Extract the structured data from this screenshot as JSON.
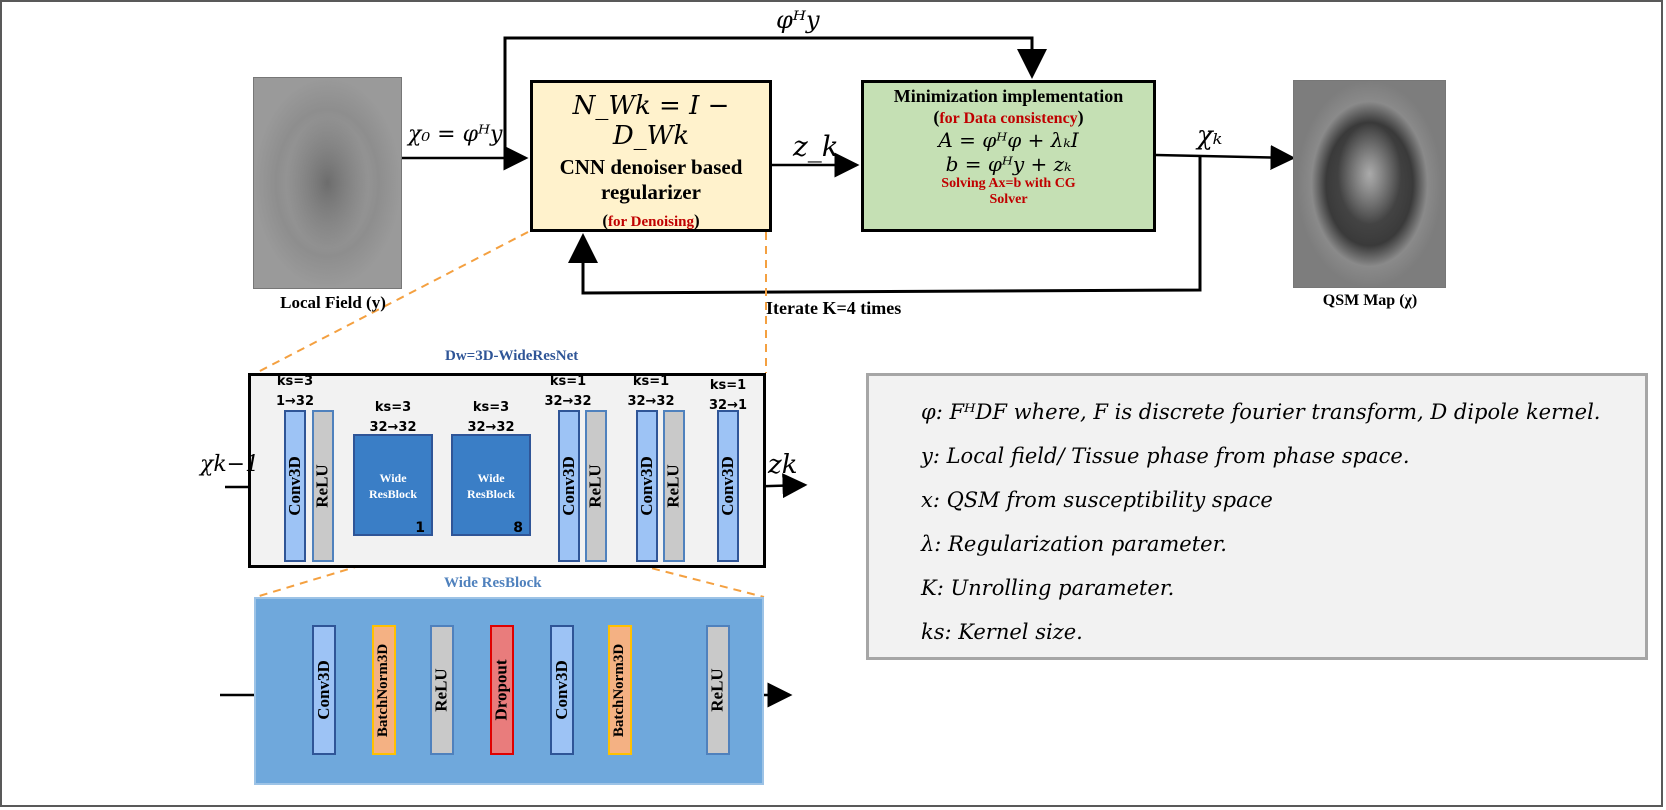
{
  "top_feedback_label": "φᴴy",
  "input": {
    "caption": "Local Field (y)",
    "formula_x0": "χ₀ = φᴴy"
  },
  "cnn_box": {
    "formula": "N_Wk = I − D_Wk",
    "line1": "CNN denoiser based",
    "line2": "regularizer",
    "paren_open": "(",
    "subtitle": "for Denoising",
    "paren_close": ")"
  },
  "zk_label": "z_k",
  "min_box": {
    "title": "Minimization  implementation",
    "paren_open": "(",
    "subtitle": "for Data consistency",
    "paren_close": ")",
    "eq_a": "A = φᴴφ + λₖI",
    "eq_b": "b = φᴴy + zₖ",
    "solve1": "Solving Ax=b with CG",
    "solve2": "Solver"
  },
  "chi_k_label": "χₖ",
  "output": {
    "caption": "QSM Map (χ)"
  },
  "iterate_label": "Iterate K=4 times",
  "network": {
    "title": "Dw=3D-WideResNet",
    "input_label": "χk−1",
    "output_label": "zk",
    "ks": [
      {
        "k": "ks=3",
        "c": "1→32"
      },
      {
        "k": "ks=3",
        "c": "32→32"
      },
      {
        "k": "ks=3",
        "c": "32→32"
      },
      {
        "k": "ks=1",
        "c": "32→32"
      },
      {
        "k": "ks=1",
        "c": "32→32"
      },
      {
        "k": "ks=1",
        "c": "32→1"
      }
    ],
    "layers": [
      "Conv3D",
      "ReLU",
      "Conv3D",
      "ReLU",
      "Conv3D",
      "ReLU",
      "Conv3D"
    ],
    "resblocks": [
      {
        "line1": "Wide",
        "line2": "ResBlock",
        "num": "1"
      },
      {
        "line1": "Wide",
        "line2": "ResBlock",
        "num": "8"
      }
    ]
  },
  "wide_resblock": {
    "title": "Wide ResBlock",
    "layers": [
      "Conv3D",
      "BatchNorm3D",
      "ReLU",
      "Dropout",
      "Conv3D",
      "BatchNorm3D",
      "ReLU"
    ]
  },
  "legend": [
    "φ: FᴴDF where, F is discrete fourier transform, D dipole kernel.",
    "y: Local field/ Tissue phase from phase space.",
    "x: QSM from susceptibility space",
    "λ: Regularization parameter.",
    "K: Unrolling parameter.",
    "ks: Kernel size."
  ],
  "colors": {
    "cnn_box": "#fff2cc",
    "min_box": "#c5e0b4",
    "highlight_text": "#c00000",
    "conv3d": "#9dc3f5",
    "relu": "#c9c9c9",
    "batchnorm": "#f4b183",
    "dropout": "#e97c7c",
    "resblock": "#3a7ec6",
    "wide_resblock_bg": "#6fa8dc",
    "zoom_lines": "#f4a040"
  }
}
